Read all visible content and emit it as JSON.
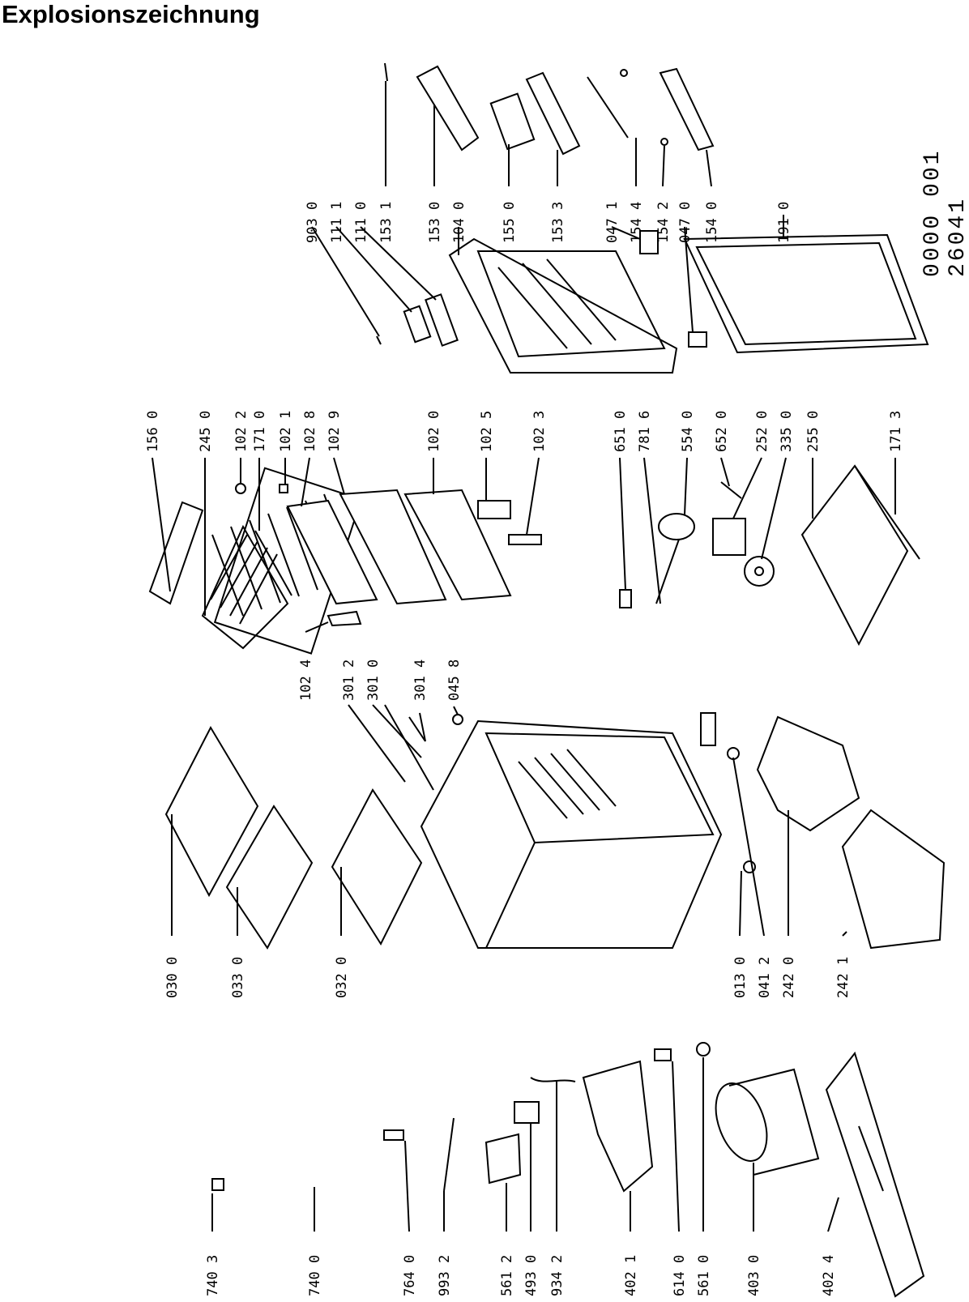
{
  "title": "Explosionszeichnung",
  "diagram_id": "0000 001 26041",
  "labels": [
    "740 3",
    "740 0",
    "764 0",
    "993 2",
    "561 2",
    "493 0",
    "934 2",
    "402 1",
    "614 0",
    "561 0",
    "403 0",
    "402 4",
    "030 0",
    "033 0",
    "032 0",
    "013 0",
    "041 2",
    "242 0",
    "242 1",
    "156 0",
    "245 0",
    "102 2",
    "171 0",
    "102 1",
    "102 8",
    "102 9",
    "102 0",
    "102 5",
    "102 3",
    "102 4",
    "301 2",
    "301 0",
    "301 4",
    "045 8",
    "651 0",
    "781 6",
    "554 0",
    "652 0",
    "252 0",
    "335 0",
    "255 0",
    "171 3",
    "903 0",
    "111 1",
    "111 0",
    "153 1",
    "153 0",
    "104 0",
    "155 0",
    "153 3",
    "047 1",
    "154 4",
    "154 2",
    "047 0",
    "154 0",
    "191 0"
  ]
}
